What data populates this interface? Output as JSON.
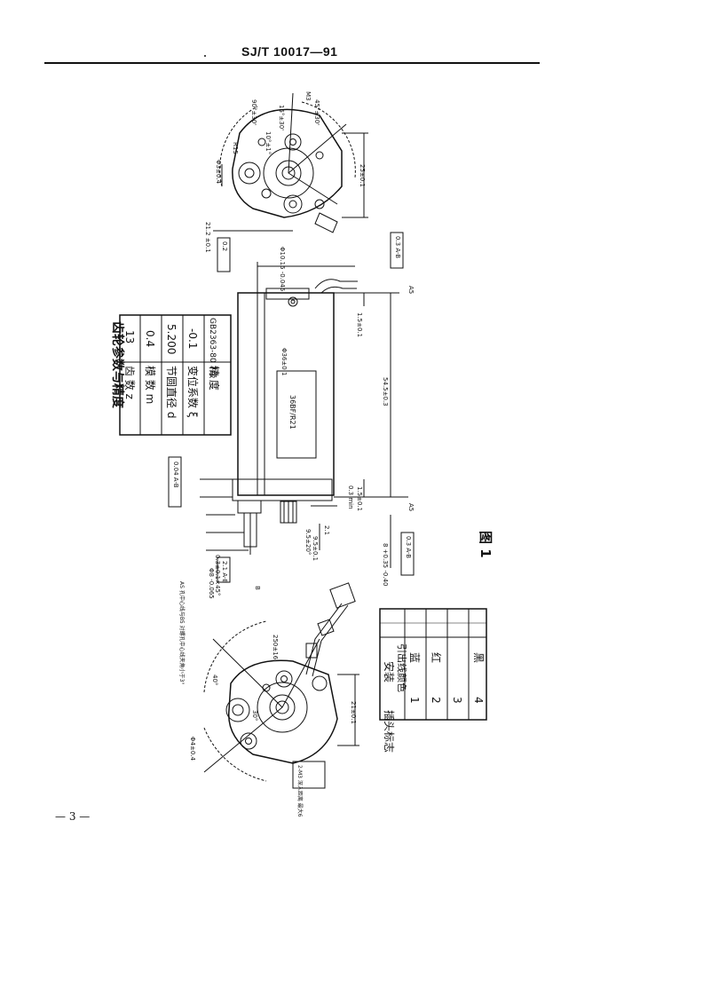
{
  "header": {
    "code": "SJ/T 10017—91"
  },
  "page_number": "— 3 —",
  "figure": {
    "caption": "图 1",
    "gear_table": {
      "title": "齿轮参数与精度",
      "rows": [
        {
          "label": "齿  数 z",
          "value": "13"
        },
        {
          "label": "模  数 m",
          "value": "0.4"
        },
        {
          "label": "节圆直径 d",
          "value": "5.200"
        },
        {
          "label": "变位系数 ξ",
          "value": "-0.1"
        },
        {
          "label": "精  度",
          "value": "GB2363-80 7级"
        }
      ]
    },
    "lead_table": {
      "headers": [
        "插头标志",
        "引出线颜色"
      ],
      "header_top": "安装",
      "rows": [
        {
          "mark": "1",
          "color": "蓝"
        },
        {
          "mark": "2",
          "color": "红"
        },
        {
          "mark": "3",
          "color": ""
        },
        {
          "mark": "4",
          "color": "黑"
        }
      ]
    },
    "body_label": "36BF/R21",
    "dims": {
      "d1": "54.5±0.3",
      "d2": "1.5±0.1",
      "d3": "1.5±0.1",
      "d4": "Φ36±0.1",
      "d5": "Φ10.15 -0.045",
      "d6": "0.2",
      "d7": "0.3 A-B",
      "d8": "0.04 A-B",
      "d9": "0.3 min",
      "d10": "A5",
      "d11": "A5",
      "d12": "25±0.1",
      "d13": "9.5±0.1",
      "d14": "21.2 ±0.1",
      "d15": "R15",
      "d16": "Φ3±0.4",
      "d17": "M3",
      "d18": "45°±30'",
      "d19": "90°±30'",
      "d20": "15°±30'",
      "d21": "10°±1°",
      "d22": "2-M3 深入距离 最大6",
      "d23": "AS 孔中心线与B5 对螺孔中心线夹角小于3°",
      "d24": "21±0.1",
      "d25": "40°",
      "d26": "0.3±0.1×45°",
      "d27": "Φ8 -0.065",
      "d28": "9.5±20°",
      "d29": "0.3 A-B",
      "d30": "8 +0.35 -0.40",
      "d31": "2.1",
      "d32": "B",
      "d33": "30°",
      "d34": "Φ4±0.4",
      "d35": "250±16",
      "d36": "2.1 A-B"
    }
  }
}
